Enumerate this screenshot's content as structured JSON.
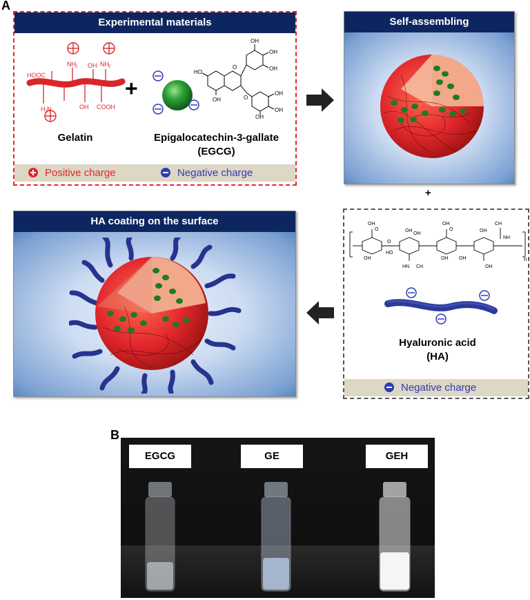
{
  "panel_a": {
    "letter": "A",
    "materials": {
      "title": "Experimental materials",
      "gelatin": "Gelatin",
      "egcg_line1": "Epigalocatechin-3-gallate",
      "egcg_line2": "(EGCG)",
      "positive": "Positive charge",
      "negative": "Negative charge",
      "gelatin_groups": [
        "HOOC",
        "NH2",
        "OH",
        "NH2",
        "H2N",
        "OH",
        "COOH"
      ],
      "egcg_groups": [
        "OH",
        "OH",
        "OH",
        "HO",
        "OH",
        "OH",
        "OH",
        "OH"
      ]
    },
    "self_assembling": {
      "title": "Self-assembling"
    },
    "plus": "+",
    "ha_box": {
      "name_line1": "Hyaluronic acid",
      "name_line2": "(HA)",
      "negative": "Negative charge",
      "subscript_n": "n"
    },
    "ha_coating": {
      "title": "HA coating on the surface"
    }
  },
  "panel_b": {
    "letter": "B",
    "vials": [
      "EGCG",
      "GE",
      "GEH"
    ]
  },
  "colors": {
    "header": "#0e2660",
    "gelatin_red": "#e0262c",
    "negative_blue": "#2f3bb7",
    "egcg_green": "#1f9a2a",
    "legend_bg": "#ddd7c5"
  }
}
